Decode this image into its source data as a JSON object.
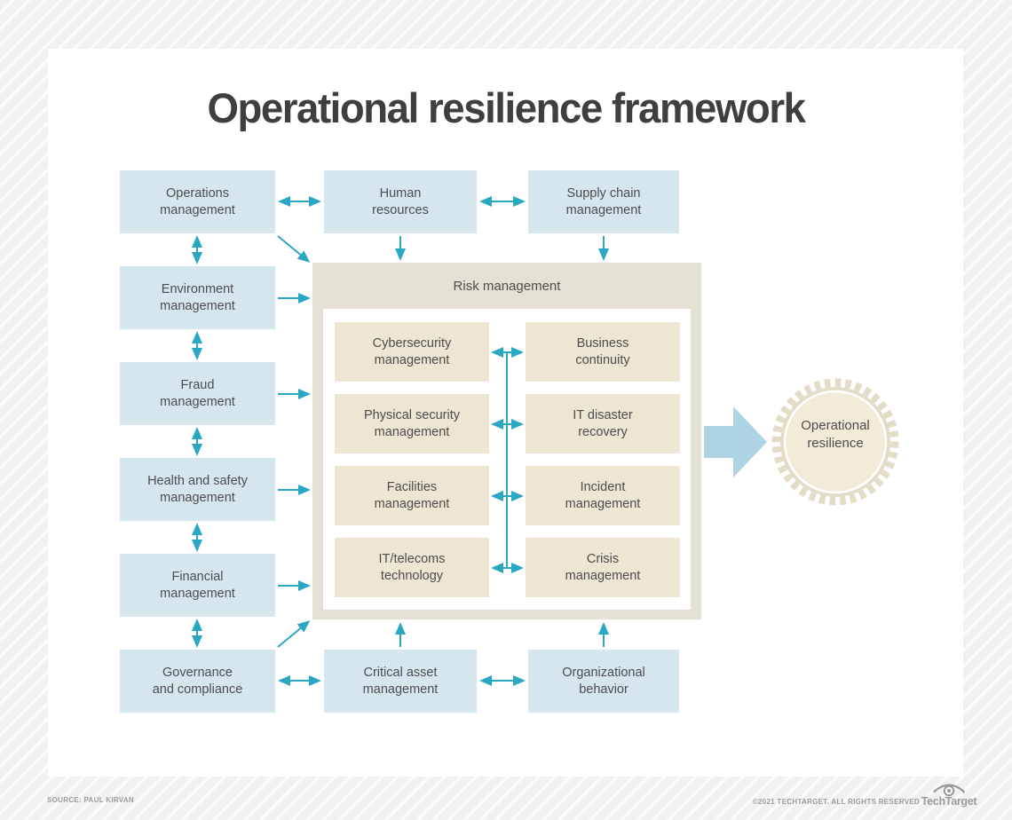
{
  "title": "Operational resilience framework",
  "outer_boxes": [
    {
      "id": "operations-management",
      "label": "Operations\nmanagement"
    },
    {
      "id": "human-resources",
      "label": "Human\nresources"
    },
    {
      "id": "supply-chain-management",
      "label": "Supply chain\nmanagement"
    },
    {
      "id": "environment-management",
      "label": "Environment\nmanagement"
    },
    {
      "id": "fraud-management",
      "label": "Fraud\nmanagement"
    },
    {
      "id": "health-safety-management",
      "label": "Health and safety\nmanagement"
    },
    {
      "id": "financial-management",
      "label": "Financial\nmanagement"
    },
    {
      "id": "governance-compliance",
      "label": "Governance\nand compliance"
    },
    {
      "id": "critical-asset-management",
      "label": "Critical asset\nmanagement"
    },
    {
      "id": "organizational-behavior",
      "label": "Organizational\nbehavior"
    }
  ],
  "risk": {
    "title": "Risk management",
    "inner_boxes": [
      {
        "id": "cybersecurity-management",
        "label": "Cybersecurity\nmanagement"
      },
      {
        "id": "business-continuity",
        "label": "Business\ncontinuity"
      },
      {
        "id": "physical-security-management",
        "label": "Physical security\nmanagement"
      },
      {
        "id": "it-disaster-recovery",
        "label": "IT disaster\nrecovery"
      },
      {
        "id": "facilities-management",
        "label": "Facilities\nmanagement"
      },
      {
        "id": "incident-management",
        "label": "Incident\nmanagement"
      },
      {
        "id": "it-telecoms-technology",
        "label": "IT/telecoms\ntechnology"
      },
      {
        "id": "crisis-management",
        "label": "Crisis\nmanagement"
      }
    ]
  },
  "badge": {
    "label": "Operational\nresilience"
  },
  "footer": {
    "source": "SOURCE: PAUL KIRVAN",
    "copyright": "©2021 TECHTARGET. ALL RIGHTS RESERVED",
    "logo_text": "TechTarget"
  },
  "colors": {
    "arrow_teal": "#29a7c3",
    "box_blue": "#d5e6ee",
    "risk_background": "#e4e0d3",
    "inner_box_cream": "#ece6d2",
    "big_arrow_blue": "#aed3e2",
    "badge_scallop": "#e3ddc8",
    "badge_fill": "#f1ebd8",
    "text_gray": "#4d4d4d"
  }
}
